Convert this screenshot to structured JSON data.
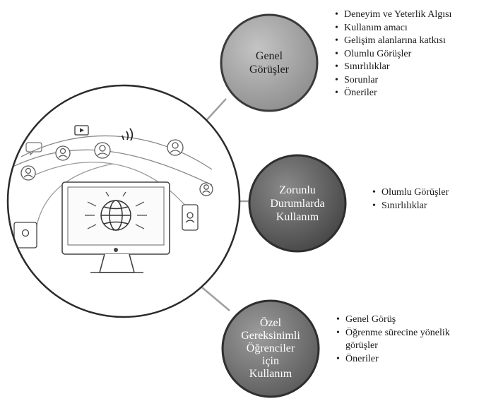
{
  "nodes": [
    {
      "id": "genel",
      "label_lines": [
        "Genel",
        "Görüşler"
      ],
      "color": "#a9a9a9",
      "bullets": [
        "Deneyim ve Yeterlik Algısı",
        "Kullanım amacı",
        "Gelişim alanlarına katkısı",
        "Olumlu Görüşler",
        "Sınırlılıklar",
        "Sorunlar",
        "Öneriler"
      ]
    },
    {
      "id": "zorunlu",
      "label_lines": [
        "Zorunlu",
        "Durumlarda",
        "Kullanım"
      ],
      "color": "#6b6b6b",
      "bullets": [
        "Olumlu Görüşler",
        "Sınırlılıklar"
      ]
    },
    {
      "id": "ozel",
      "label_lines": [
        "Özel",
        "Gereksinimli",
        "Öğrenciler",
        "için",
        "Kullanım"
      ],
      "color": "#7e7e7e",
      "bullets": [
        "Genel Görüş",
        "Öğrenme sürecine yönelik görüşler",
        "Öneriler"
      ]
    }
  ],
  "colors": {
    "connector": "#9a9a9a",
    "circle_ring": "#2b2b2b",
    "illustration_stroke": "#555555"
  },
  "icons": [
    "monitor-icon",
    "globe-icon",
    "play-icon",
    "wifi-icon",
    "chat-icon",
    "person-icon",
    "phone-icon"
  ]
}
